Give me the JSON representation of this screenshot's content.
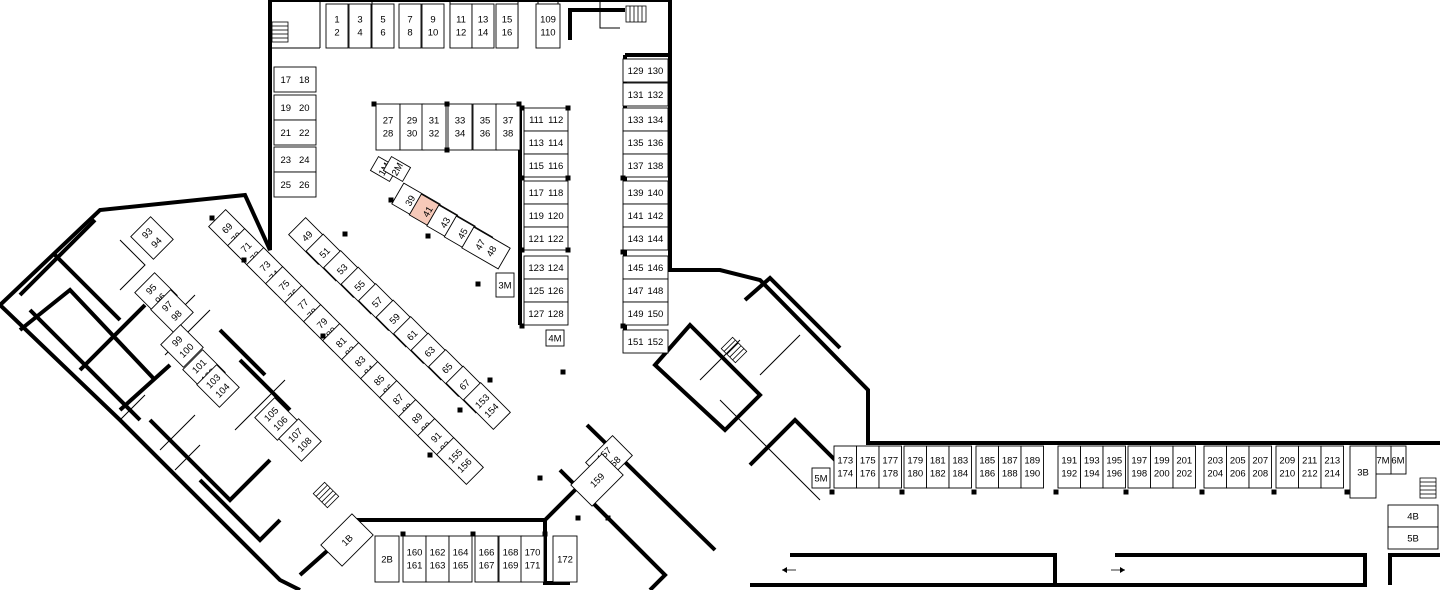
{
  "map": {
    "highlight_color": "#f6c9b9",
    "highlighted_stall": "41 42",
    "labels": {
      "grid_top": [
        [
          "1",
          "2"
        ],
        [
          "3",
          "4"
        ],
        [
          "5",
          "6"
        ],
        [
          "7",
          "8"
        ],
        [
          "9",
          "10"
        ],
        [
          "11",
          "12"
        ],
        [
          "13",
          "14"
        ],
        [
          "15",
          "16"
        ],
        [
          "109",
          "110"
        ]
      ],
      "left_col": [
        "17 18",
        "19 20",
        "21 22",
        "23 24",
        "25 26"
      ],
      "top_center": [
        [
          "27",
          "28"
        ],
        [
          "29",
          "30"
        ],
        [
          "31",
          "32"
        ],
        [
          "33",
          "34"
        ],
        [
          "35",
          "36"
        ],
        [
          "37",
          "38"
        ]
      ],
      "center_col": [
        "111 112",
        "113 114",
        "115 116",
        "117 118",
        "119 120",
        "121 122",
        "123 124",
        "125 126",
        "127 128"
      ],
      "right_col": [
        "129 130",
        "131 132",
        "133 134",
        "135 136",
        "137 138",
        "139 140",
        "141 142",
        "143 144",
        "145 146",
        "147 148",
        "149 150",
        "151 152"
      ],
      "motor": [
        "1M",
        "2M",
        "3M",
        "4M",
        "5M",
        "6M",
        "7M"
      ],
      "diag_a": [
        "39 40",
        "41 42",
        "43 44",
        "45 46",
        "47 48"
      ],
      "diag_b": [
        "49 50",
        "51 52",
        "53 54",
        "55 56",
        "57 58",
        "59 60",
        "61 62",
        "63 64",
        "65 66",
        "67 68",
        "153 154"
      ],
      "diag_c": [
        "69 70",
        "71 72",
        "73 74",
        "75 76",
        "77 78",
        "79 80",
        "81 82",
        "83 84",
        "85 86",
        "87 88",
        "89 90",
        "91 92",
        "155 156"
      ],
      "left_diag": [
        "93 94",
        "95 96",
        "97 98",
        "99 100",
        "101 102",
        "103 104",
        "105 106",
        "107 108"
      ],
      "bottom": [
        [
          "160",
          "161"
        ],
        [
          "162",
          "163"
        ],
        [
          "164",
          "165"
        ],
        [
          "166",
          "167"
        ],
        [
          "168",
          "169"
        ],
        [
          "170",
          "171"
        ]
      ],
      "bottom_single": [
        "172",
        "1B",
        "2B"
      ],
      "lower_right": [
        "157 158",
        "159"
      ],
      "east_row": [
        [
          "173",
          "174"
        ],
        [
          "175",
          "176"
        ],
        [
          "177",
          "178"
        ],
        [
          "179",
          "180"
        ],
        [
          "181",
          "182"
        ],
        [
          "183",
          "184"
        ],
        [
          "185",
          "186"
        ],
        [
          "187",
          "188"
        ],
        [
          "189",
          "190"
        ],
        [
          "191",
          "192"
        ],
        [
          "193",
          "194"
        ],
        [
          "195",
          "196"
        ],
        [
          "197",
          "198"
        ],
        [
          "199",
          "200"
        ],
        [
          "201",
          "202"
        ],
        [
          "203",
          "204"
        ],
        [
          "205",
          "206"
        ],
        [
          "207",
          "208"
        ],
        [
          "209",
          "210"
        ],
        [
          "211",
          "212"
        ],
        [
          "213",
          "214"
        ]
      ],
      "east_misc": [
        "3B",
        "4B",
        "5B"
      ]
    }
  }
}
